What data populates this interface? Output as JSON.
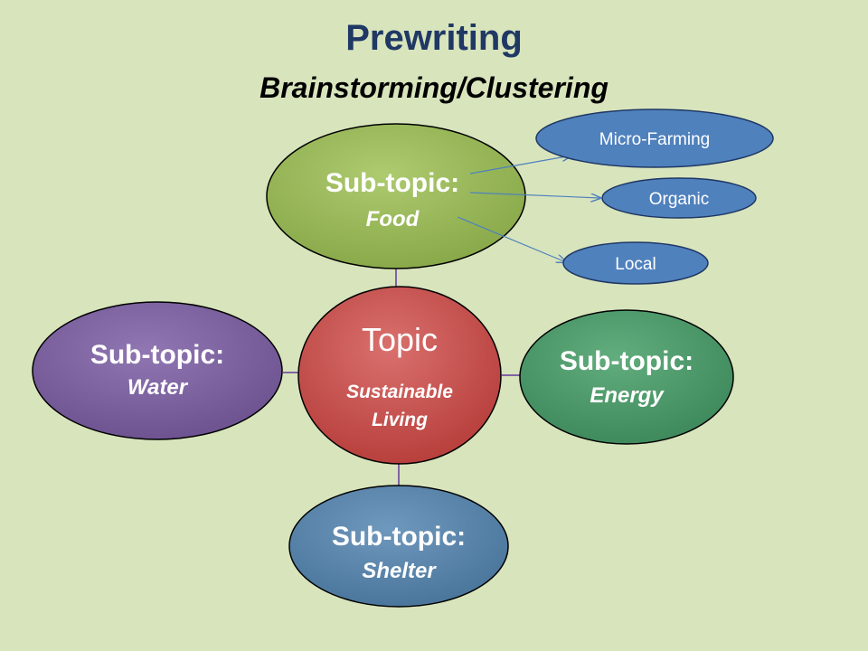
{
  "slide": {
    "title": "Prewriting",
    "subtitle": "Brainstorming/Clustering"
  },
  "colors": {
    "background": "#d8e4bc",
    "title": "#1f3864",
    "center": "#c0504d",
    "food": "#9bbb59",
    "water": "#8064a2",
    "energy": "#4e9a6b",
    "shelter": "#5b87ad",
    "leaf": "#4f81bd",
    "connector": "#8064a2",
    "arrow": "#4f81bd"
  },
  "center": {
    "label": "Topic",
    "sub_line1": "Sustainable",
    "sub_line2": "Living"
  },
  "subtopics": {
    "food": {
      "label": "Sub-topic:",
      "sub": "Food"
    },
    "water": {
      "label": "Sub-topic:",
      "sub": "Water"
    },
    "energy": {
      "label": "Sub-topic:",
      "sub": "Energy"
    },
    "shelter": {
      "label": "Sub-topic:",
      "sub": "Shelter"
    }
  },
  "leaves": {
    "micro_farming": "Micro-Farming",
    "organic": "Organic",
    "local": "Local"
  }
}
